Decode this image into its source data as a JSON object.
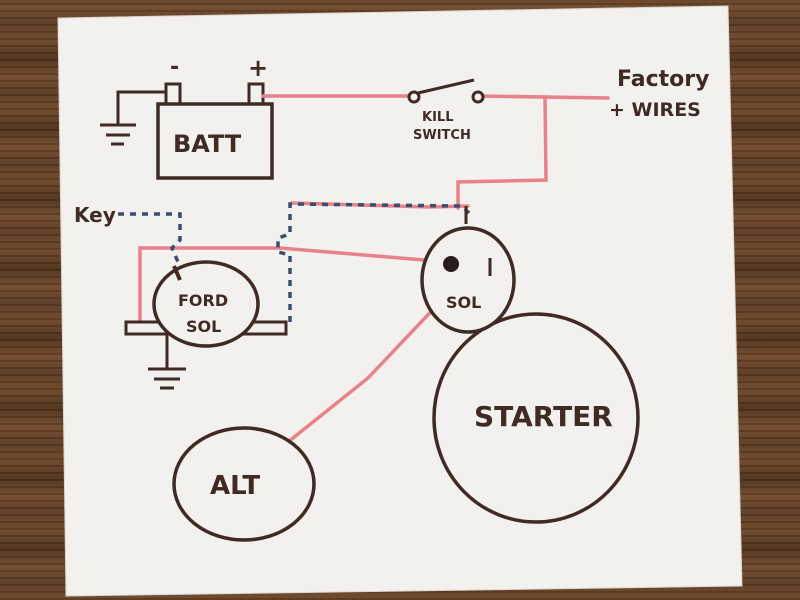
{
  "colors": {
    "paper": "#f3f1ee",
    "ink": "#3f2a24",
    "red_wire": "#e8828a",
    "blue_dash": "#3a4d72",
    "wood": "#5a3a22"
  },
  "labels": {
    "battery": "BATT",
    "battery_negative": "-",
    "battery_positive": "+",
    "kill_switch_line1": "KILL",
    "kill_switch_line2": "SWITCH",
    "factory_line1": "Factory",
    "factory_line2": "+ WIRES",
    "key": "Key",
    "ford_sol_line1": "FORD",
    "ford_sol_line2": "SOL",
    "sol": "SOL",
    "starter": "STARTER",
    "alt": "ALT"
  }
}
